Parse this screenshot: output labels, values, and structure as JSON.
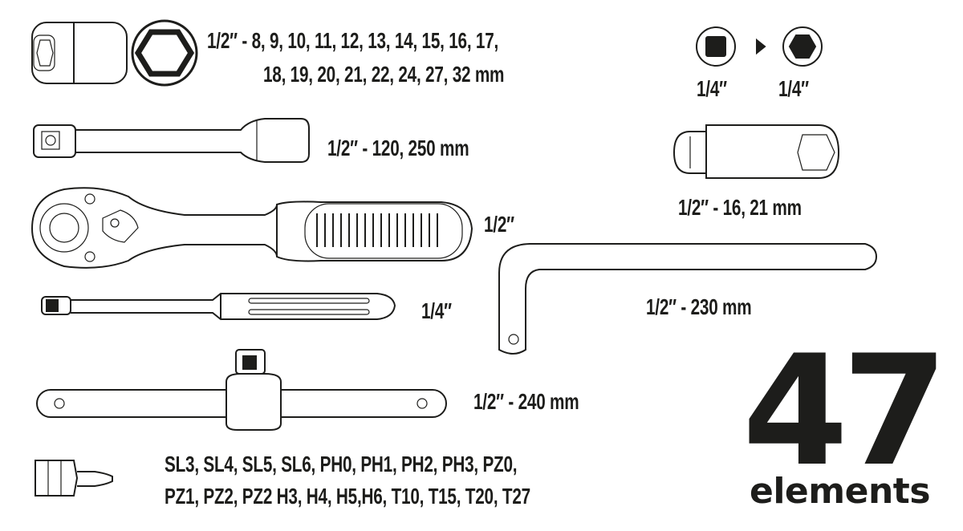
{
  "sockets": {
    "line1": "1/2″ - 8, 9, 10, 11, 12, 13, 14, 15, 16, 17,",
    "line2": "18, 19, 20, 21, 22, 24, 27, 32 mm"
  },
  "adapter": {
    "from": "1/4″",
    "to": "1/4″"
  },
  "extension": {
    "label": "1/2″ - 120, 250 mm"
  },
  "ratchet": {
    "label": "1/2″"
  },
  "spark_socket": {
    "label": "1/2″ -  16, 21 mm"
  },
  "screwdriver_handle": {
    "label": "1/4″"
  },
  "l_wrench": {
    "label": "1/2″ - 230 mm"
  },
  "t_bar": {
    "label": "1/2″ - 240 mm"
  },
  "bits": {
    "line1": "SL3, SL4, SL5, SL6, PH0, PH1, PH2, PH3, PZ0,",
    "line2": "PZ1, PZ2, PZ2 H3, H4, H5,H6, T10, T15, T20, T27"
  },
  "total": {
    "count": "47",
    "unit": "elements"
  }
}
